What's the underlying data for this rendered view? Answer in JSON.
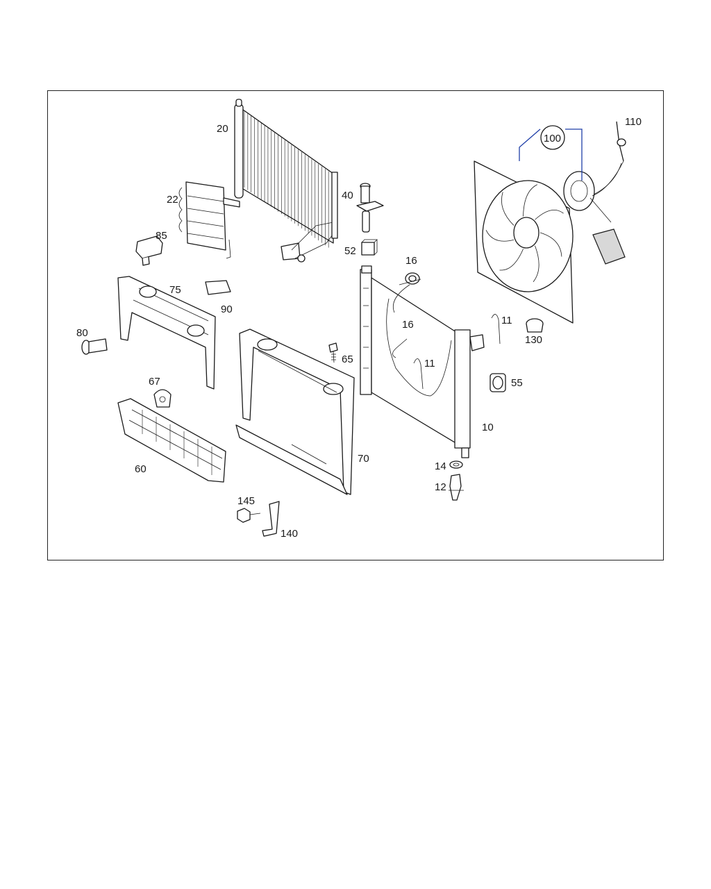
{
  "colors": {
    "line": "#1a1a1a",
    "callout_link": "#1f3fa8",
    "background": "#ffffff"
  },
  "labels": {
    "p10": "10",
    "p11a": "11",
    "p11b": "11",
    "p12": "12",
    "p14": "14",
    "p16a": "16",
    "p16b": "16",
    "p20": "20",
    "p22": "22",
    "p40": "40",
    "p52": "52",
    "p55": "55",
    "p60": "60",
    "p65": "65",
    "p67": "67",
    "p70": "70",
    "p75": "75",
    "p80": "80",
    "p85": "85",
    "p90": "90",
    "p100": "100",
    "p110": "110",
    "p130": "130",
    "p140": "140",
    "p145": "145"
  }
}
